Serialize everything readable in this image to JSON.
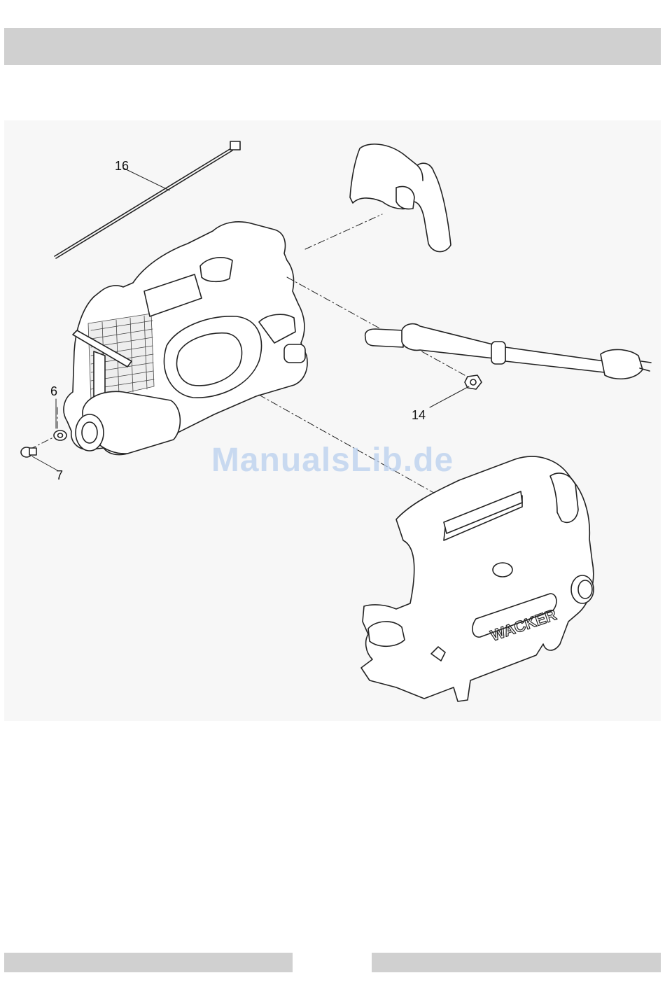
{
  "diagram": {
    "callouts": [
      {
        "label": "16",
        "target": "cable-tie"
      },
      {
        "label": "6",
        "target": "washer"
      },
      {
        "label": "7",
        "target": "screw"
      },
      {
        "label": "14",
        "target": "nut"
      }
    ],
    "logo_text": "WACKER"
  },
  "watermark": "ManualsLib.de"
}
